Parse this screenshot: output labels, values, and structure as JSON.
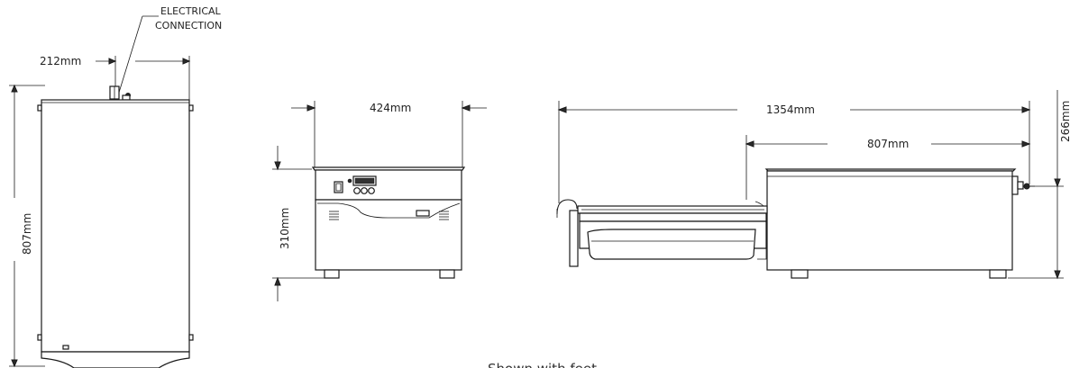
{
  "labels": {
    "electrical_line1": "ELECTRICAL",
    "electrical_line2": "CONNECTION",
    "top_width": "212mm",
    "side_height_left": "807mm",
    "front_width": "424mm",
    "front_height": "310mm",
    "extended_length": "1354mm",
    "depth": "807mm",
    "connection_height": "266mm",
    "caption": "Shown with feet"
  }
}
